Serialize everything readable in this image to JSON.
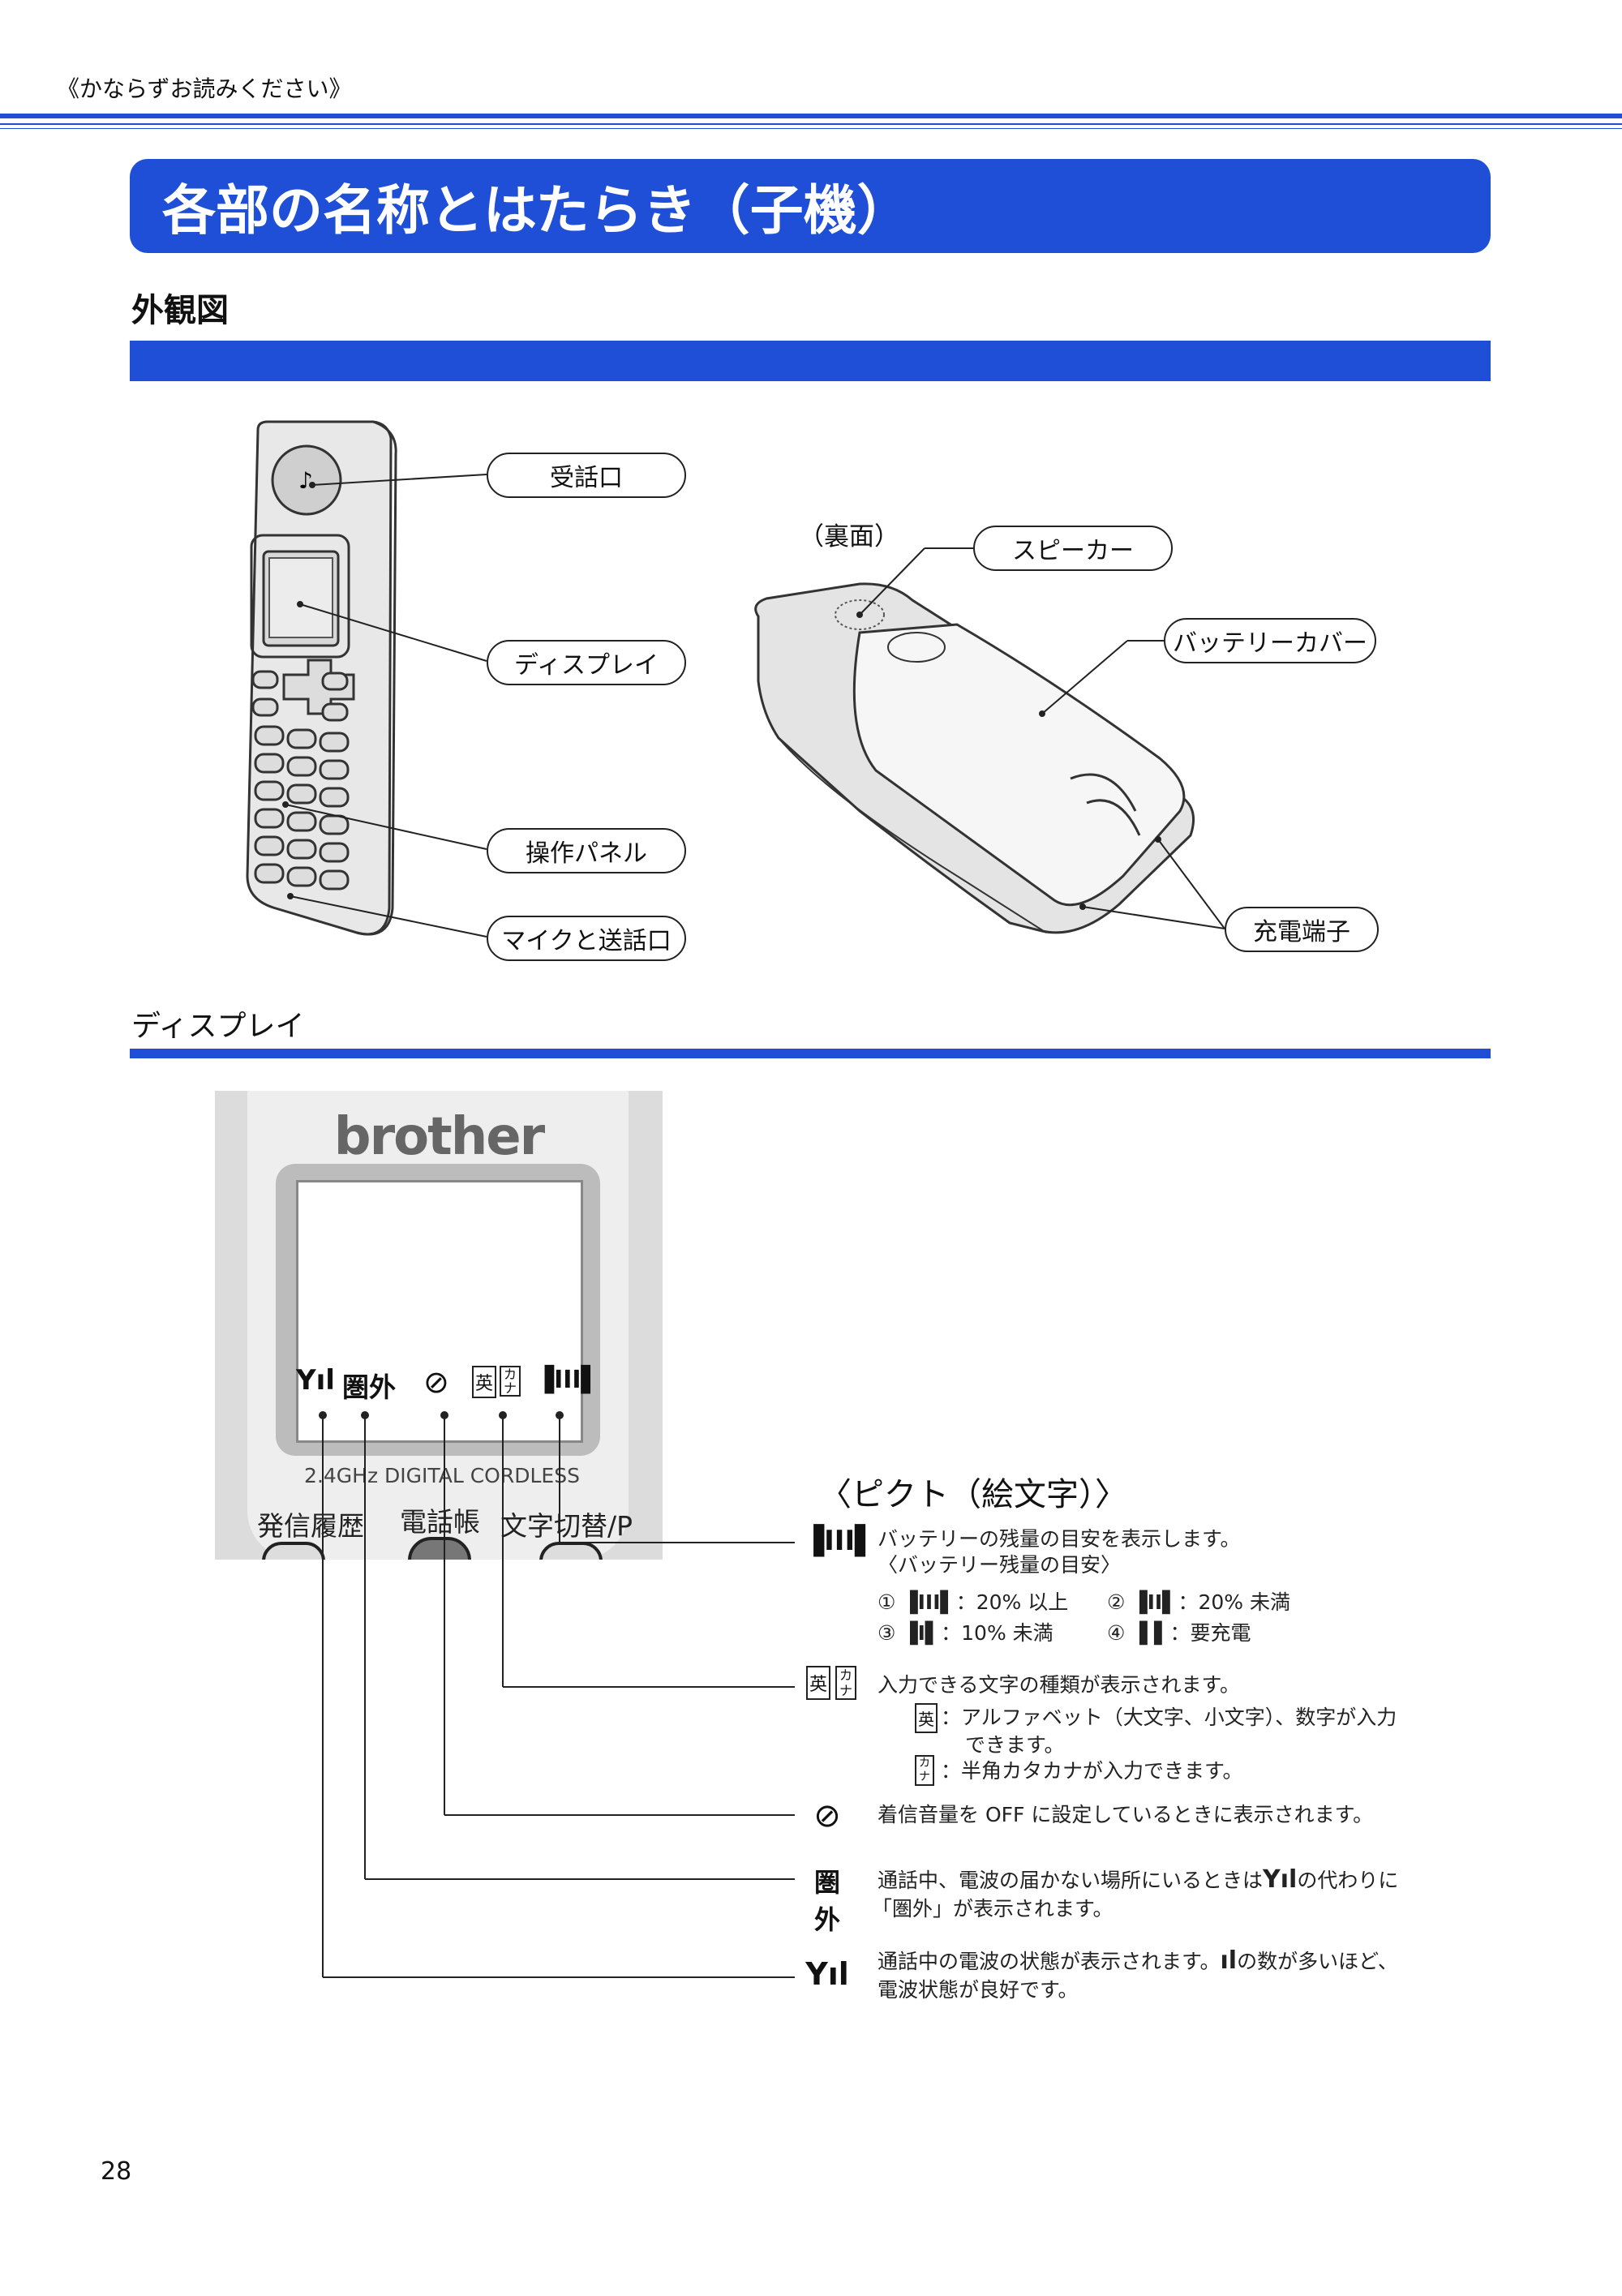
{
  "header": {
    "note": "《かならずお読みください》"
  },
  "title": "各部の名称とはたらき（子機）",
  "section_exterior": {
    "heading": "外観図",
    "labels": {
      "receiver": "受話口",
      "display": "ディスプレイ",
      "panel": "操作パネル",
      "mic": "マイクと送話口",
      "back": "（裏面）",
      "speaker": "スピーカー",
      "battery_cover": "バッテリーカバー",
      "charge_terminal": "充電端子"
    }
  },
  "section_display": {
    "heading": "ディスプレイ",
    "brand": "brother",
    "band_text": "2.4GHz DIGITAL CORDLESS",
    "softkeys": [
      "発信履歴",
      "電話帳",
      "文字切替/P"
    ],
    "screen_icons": {
      "antenna": "Yıl",
      "out_of_range": "圏外",
      "silent": "⊘",
      "eng": "英",
      "kana": "カナ",
      "battery": "▐III▌"
    }
  },
  "pict": {
    "title": "〈ピクト（絵文字）〉",
    "battery": {
      "icon": "▐III▌",
      "line1": "バッテリーの残量の目安を表示します。",
      "line2": "〈バッテリー残量の目安〉",
      "levels": [
        {
          "num": "①",
          "icon": "▐III▌",
          "text": "：20% 以上"
        },
        {
          "num": "②",
          "icon": "▐II▌",
          "text": "：20% 未満"
        },
        {
          "num": "③",
          "icon": "▐I▌",
          "text": "：10% 未満"
        },
        {
          "num": "④",
          "icon": "▐ ▌",
          "text": "：要充電"
        }
      ]
    },
    "chars": {
      "icon_eng": "英",
      "icon_kana": "カナ",
      "line1": "入力できる文字の種類が表示されます。",
      "eng_icon": "英",
      "eng_text": "：アルファベット（大文字、小文字）、数字が入力",
      "eng_text2": "できます。",
      "kana_icon": "カナ",
      "kana_text": "：半角カタカナが入力できます。"
    },
    "silent": {
      "icon": "⊘",
      "text": "着信音量を OFF に設定しているときに表示されます。"
    },
    "out_of_range": {
      "icon": "圏外",
      "text1a": "通話中、電波の届かない場所にいるときは",
      "text1_icon": "Yıl",
      "text1b": "の代わりに",
      "text2": "「圏外」が表示されます。"
    },
    "antenna": {
      "icon": "Yıl",
      "text1a": "通話中の電波の状態が表示されます。",
      "text1_icon": "ıl",
      "text1b": "の数が多いほど、",
      "text2": "電波状態が良好です。"
    }
  },
  "page_number": "28"
}
